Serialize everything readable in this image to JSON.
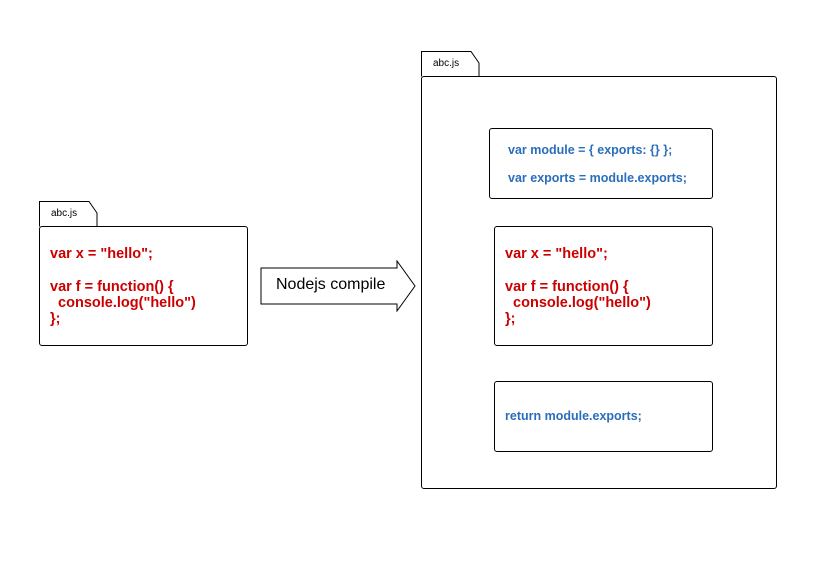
{
  "source_file": {
    "tab_label": "abc.js",
    "code_lines": [
      "var x = \"hello\";",
      "",
      "var f = function() {",
      "  console.log(\"hello\")",
      "};"
    ]
  },
  "compile_arrow": {
    "label": "Nodejs compile"
  },
  "compiled_file": {
    "tab_label": "abc.js",
    "prologue_lines": [
      "var module = { exports: {} };",
      "",
      "var exports = module.exports;"
    ],
    "body_lines": [
      "var x = \"hello\";",
      "",
      "var f = function() {",
      "  console.log(\"hello\")",
      "};"
    ],
    "epilogue_lines": [
      "return module.exports;"
    ]
  },
  "colors": {
    "original_code": "#cc0000",
    "wrapper_code": "#2a6ebb",
    "border": "#000000"
  }
}
